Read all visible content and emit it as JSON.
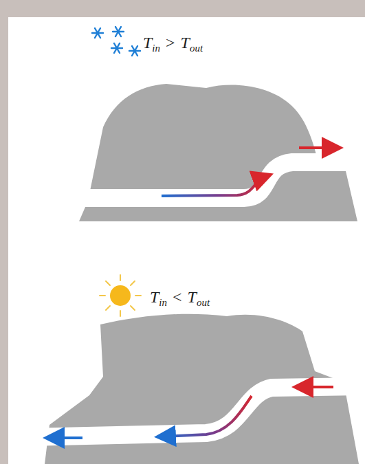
{
  "diagram": {
    "labels": [
      "T",
      "in",
      ">",
      "T",
      "out",
      "T",
      "in",
      "<",
      "T",
      "out"
    ]
  }
}
